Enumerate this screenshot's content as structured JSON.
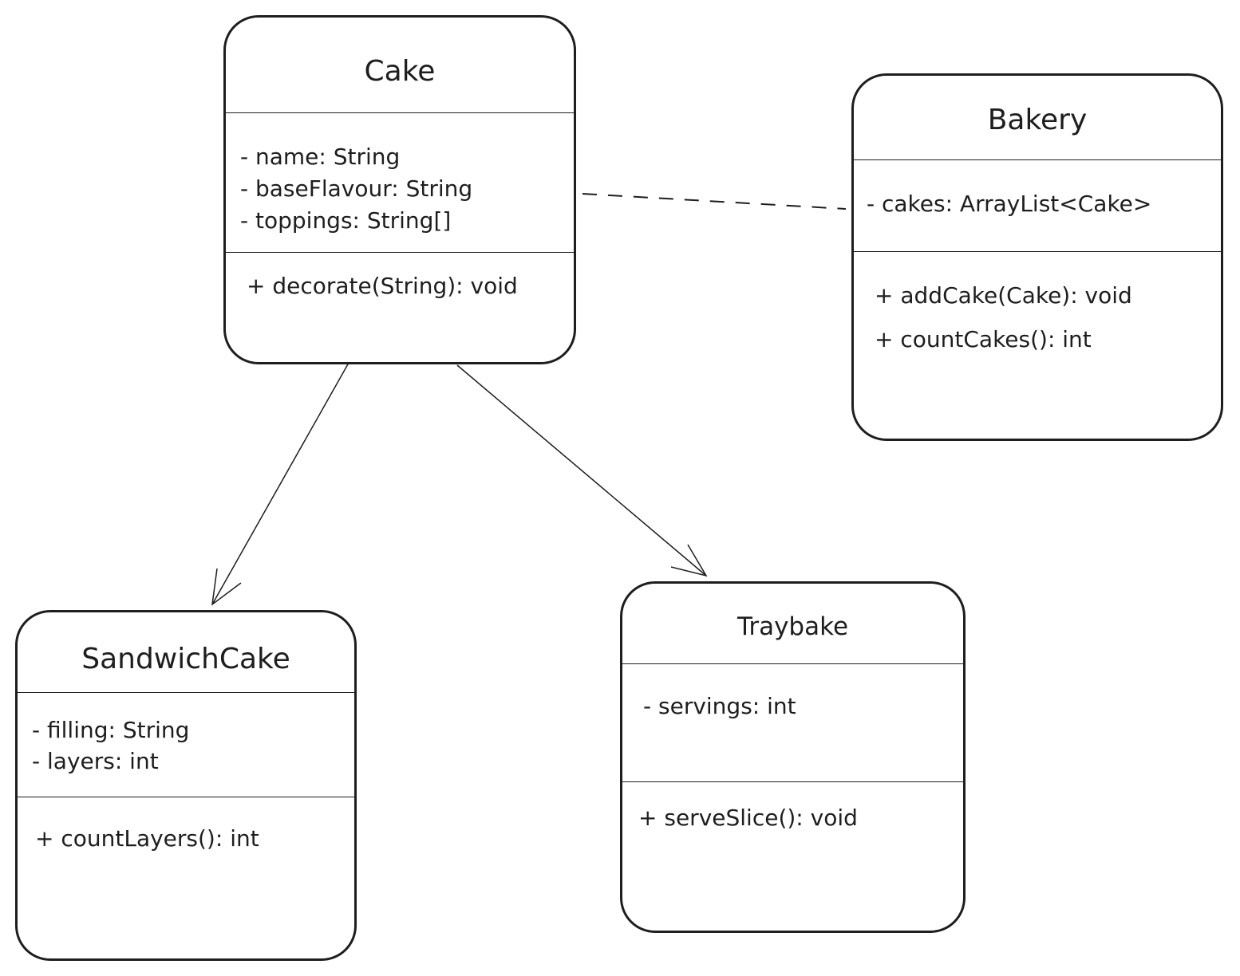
{
  "classes": {
    "cake": {
      "name": "Cake",
      "attributes": [
        "- name: String",
        "- baseFlavour: String",
        "- toppings: String[]"
      ],
      "methods": [
        "+ decorate(String): void"
      ]
    },
    "bakery": {
      "name": "Bakery",
      "attributes": [
        "- cakes: ArrayList<Cake>"
      ],
      "methods": [
        "+ addCake(Cake): void",
        "+ countCakes(): int"
      ]
    },
    "sandwich_cake": {
      "name": "SandwichCake",
      "attributes": [
        "- filling: String",
        "- layers: int"
      ],
      "methods": [
        "+ countLayers(): int"
      ]
    },
    "traybake": {
      "name": "Traybake",
      "attributes": [
        "- servings: int"
      ],
      "methods": [
        "+ serveSlice(): void"
      ]
    }
  },
  "relationships": [
    {
      "from": "cake",
      "to": "bakery",
      "style": "dashed",
      "arrow": "none"
    },
    {
      "from": "cake",
      "to": "sandwich_cake",
      "style": "solid",
      "arrow": "open"
    },
    {
      "from": "cake",
      "to": "traybake",
      "style": "solid",
      "arrow": "open"
    }
  ],
  "colors": {
    "stroke": "#1e1e1e",
    "background": "#ffffff"
  }
}
